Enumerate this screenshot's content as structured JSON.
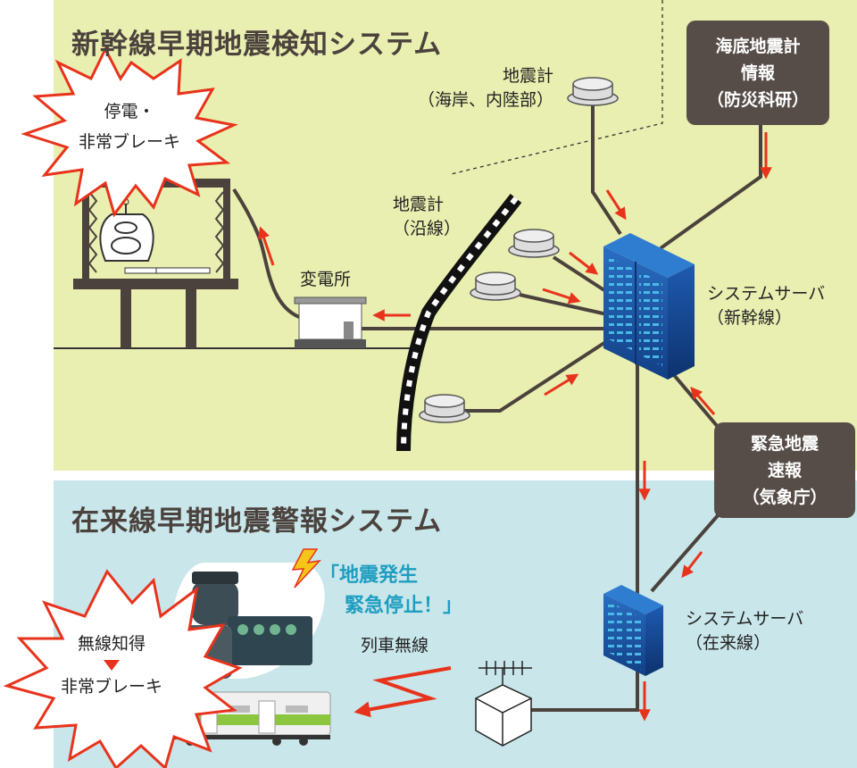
{
  "shinkansen_system": {
    "title": "新幹線早期地震検知システム",
    "burst_alert": {
      "line1": "停電・",
      "line2": "非常ブレーキ"
    },
    "seismometer_coast": {
      "line1": "地震計",
      "line2": "（海岸、内陸部）"
    },
    "seismometer_line": {
      "line1": "地震計",
      "line2": "（沿線）"
    },
    "substation": "変電所",
    "ocean_bottom_box": {
      "line1": "海底地震計",
      "line2": "情報",
      "line3": "（防災科研）"
    },
    "server": {
      "line1": "システムサーバ",
      "line2": "（新幹線）"
    }
  },
  "jma_box": {
    "line1": "緊急地震",
    "line2": "速報",
    "line3": "（気象庁）"
  },
  "conventional_system": {
    "title": "在来線早期地震警報システム",
    "alert_message": {
      "line1": "「地震発生",
      "line2": "緊急停止！」"
    },
    "train_radio": "列車無線",
    "server": {
      "line1": "システムサーバ",
      "line2": "（在来線）"
    },
    "burst_alert": {
      "line1": "無線知得",
      "line2": "非常ブレーキ"
    }
  },
  "colors": {
    "top_panel": "#e9efb0",
    "bottom_panel": "#c9e6ea",
    "dark_box": "#574d48",
    "arrow_red": "#e8331c",
    "alert_blue": "#1e9ec0",
    "server_blue": "#1d5fb0",
    "line_brown": "#4b423d"
  }
}
